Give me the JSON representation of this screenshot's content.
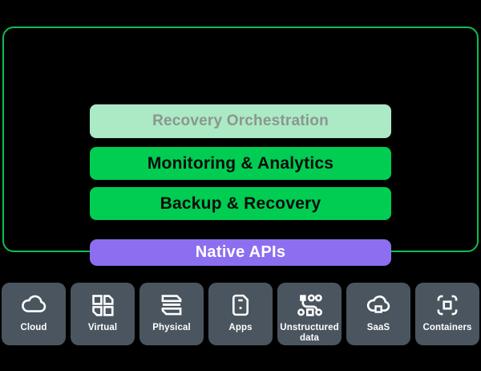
{
  "colors": {
    "background": "#000000",
    "box_border_green": "#0fbd4e",
    "layer_light_green_bg": "#ace9c5",
    "layer_light_green_text": "#8b968f",
    "layer_green_bg": "#00cd52",
    "layer_green_text": "#0b0b0b",
    "api_bar_purple_bg": "#8c6ff0",
    "api_bar_text": "#ffffff",
    "workload_tile_bg": "#4a555f",
    "workload_tile_text": "#ffffff"
  },
  "platform_box": {
    "layers": [
      {
        "label": "Recovery Orchestration",
        "style": "light-green"
      },
      {
        "label": "Monitoring & Analytics",
        "style": "green"
      },
      {
        "label": "Backup & Recovery",
        "style": "green"
      }
    ],
    "api_bar": {
      "label": "Native APIs"
    }
  },
  "workloads": [
    {
      "label": "Cloud",
      "icon": "cloud-icon"
    },
    {
      "label": "Virtual",
      "icon": "virtual-icon"
    },
    {
      "label": "Physical",
      "icon": "physical-icon"
    },
    {
      "label": "Apps",
      "icon": "apps-icon"
    },
    {
      "label": "Unstructured data",
      "icon": "unstructured-data-icon"
    },
    {
      "label": "SaaS",
      "icon": "saas-icon"
    },
    {
      "label": "Containers",
      "icon": "containers-icon"
    }
  ]
}
